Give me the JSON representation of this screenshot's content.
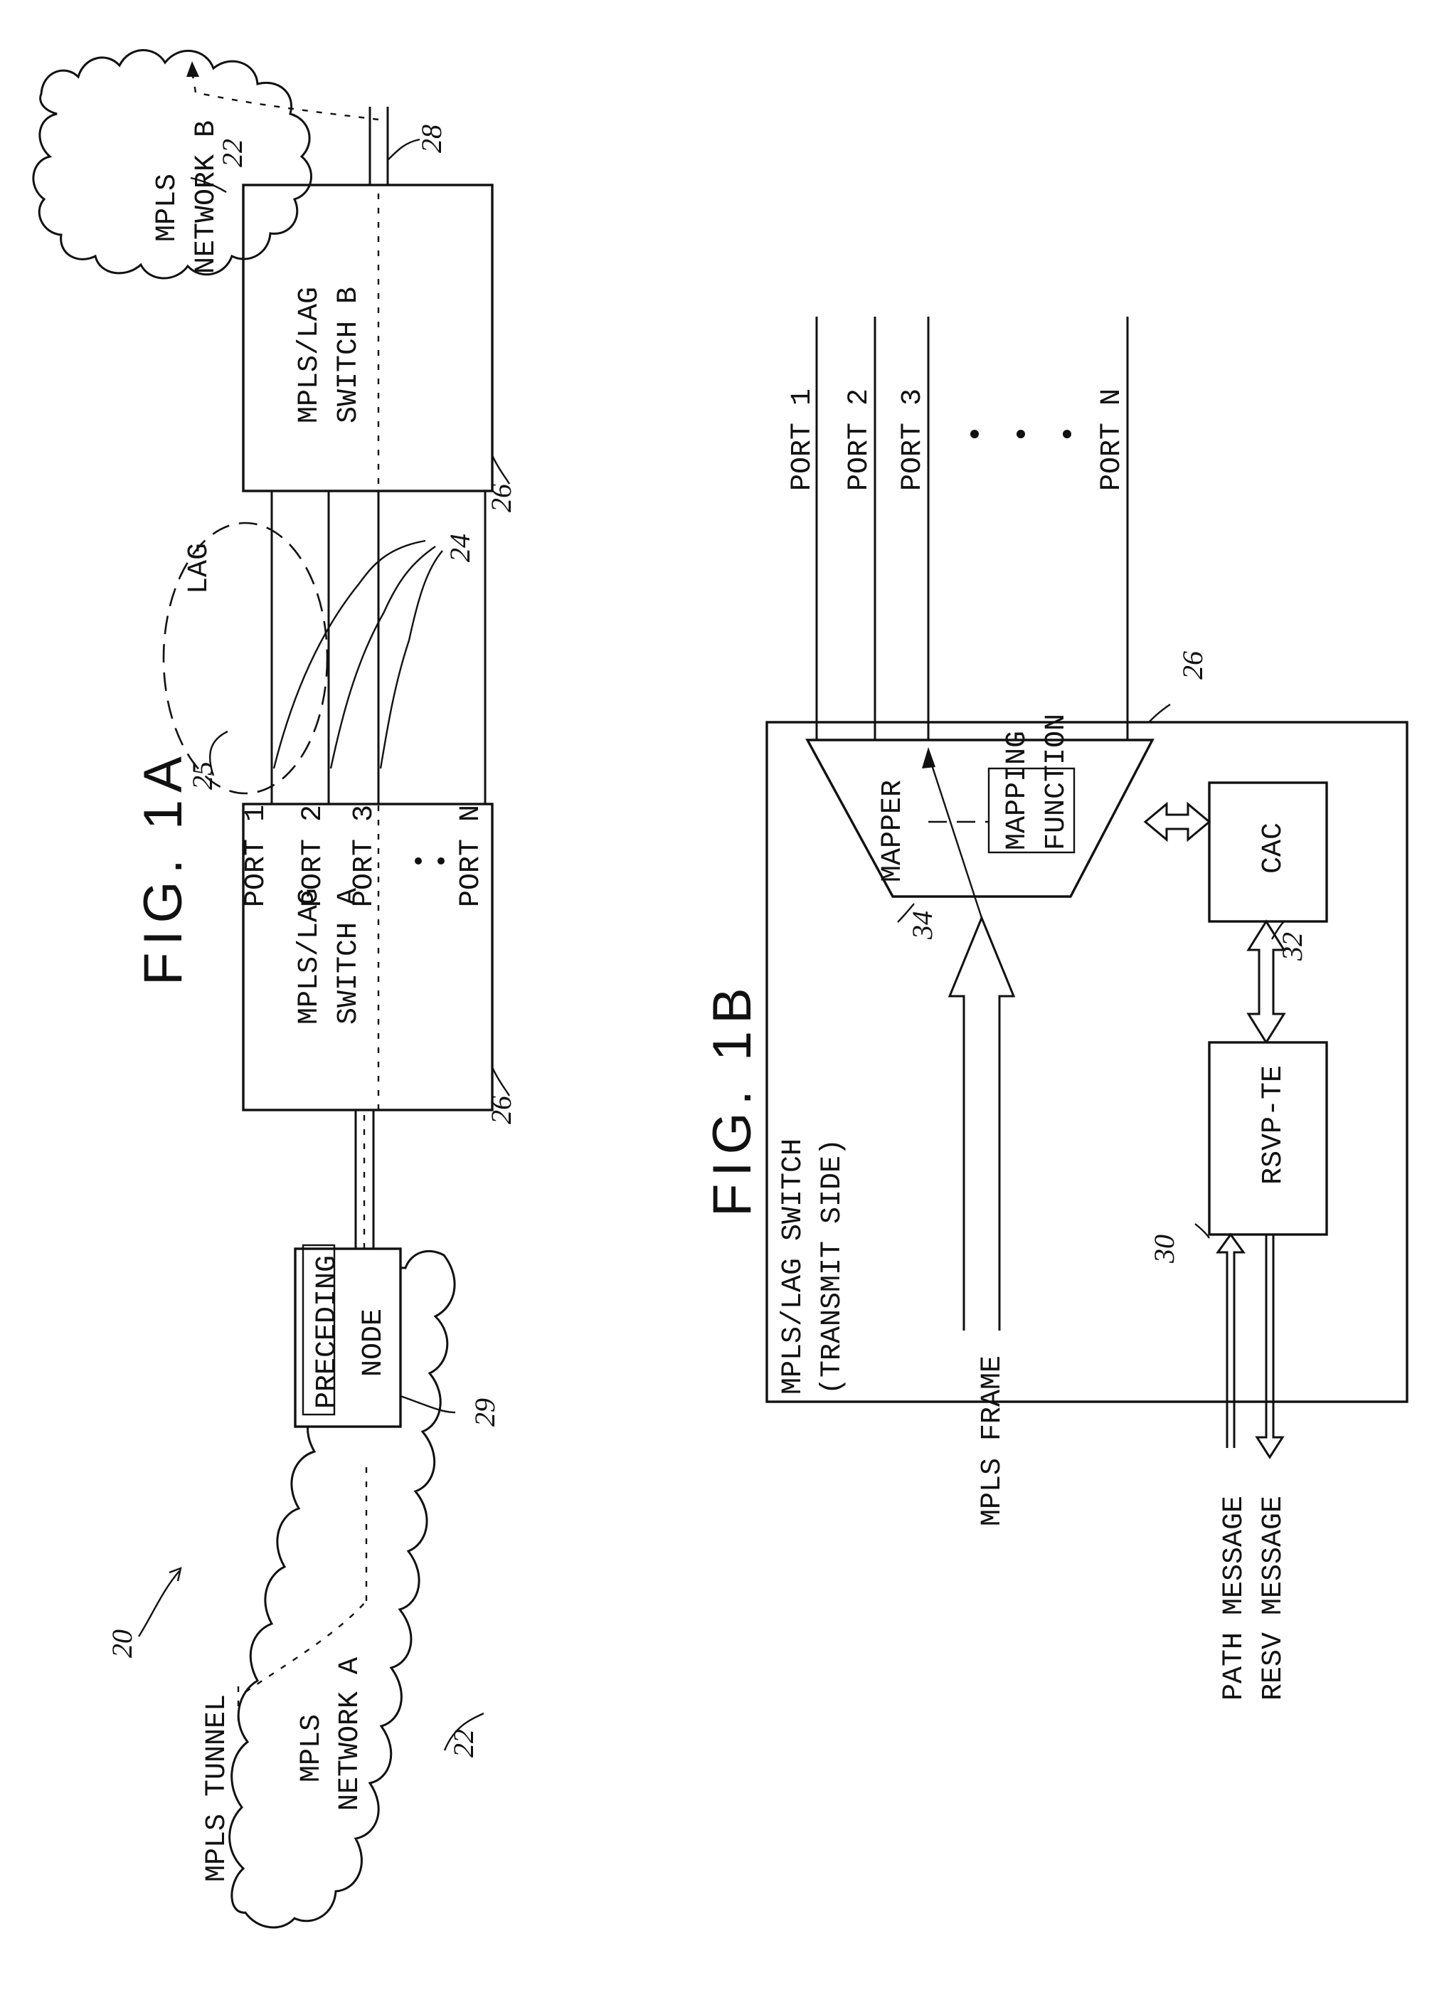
{
  "fig_1a": {
    "title": "FIG. 1A",
    "network_a": [
      "MPLS",
      "NETWORK A"
    ],
    "network_b": [
      "MPLS",
      "NETWORK B"
    ],
    "tunnel_label": "MPLS TUNNEL",
    "preceding_node": [
      "PRECEDING",
      "NODE"
    ],
    "switch_a": [
      "MPLS/LAG",
      "SWITCH A"
    ],
    "switch_b": [
      "MPLS/LAG",
      "SWITCH B"
    ],
    "ports": [
      "PORT 1",
      "PORT 2",
      "PORT 3",
      "PORT N"
    ],
    "lag_label": "LAG",
    "refs": {
      "system": "20",
      "network_a": "22",
      "network_b": "22",
      "switch_a": "26",
      "switch_b": "26",
      "lag": "25",
      "links": "24",
      "outlink": "28",
      "node": "29"
    }
  },
  "fig_1b": {
    "title": "FIG. 1B",
    "switch_label": [
      "MPLS/LAG SWITCH",
      "(TRANSMIT SIDE)"
    ],
    "mapper": "MAPPER",
    "mapping_function": [
      "MAPPING",
      "FUNCTION"
    ],
    "cac": "CAC",
    "rsvp": "RSVP-TE",
    "mpls_frame": "MPLS FRAME",
    "path_message": "PATH MESSAGE",
    "resv_message": "RESV MESSAGE",
    "ports": [
      "PORT 1",
      "PORT 2",
      "PORT 3",
      "PORT N"
    ],
    "refs": {
      "switch": "26",
      "mapper": "34",
      "cac": "32",
      "rsvp": "30"
    }
  }
}
